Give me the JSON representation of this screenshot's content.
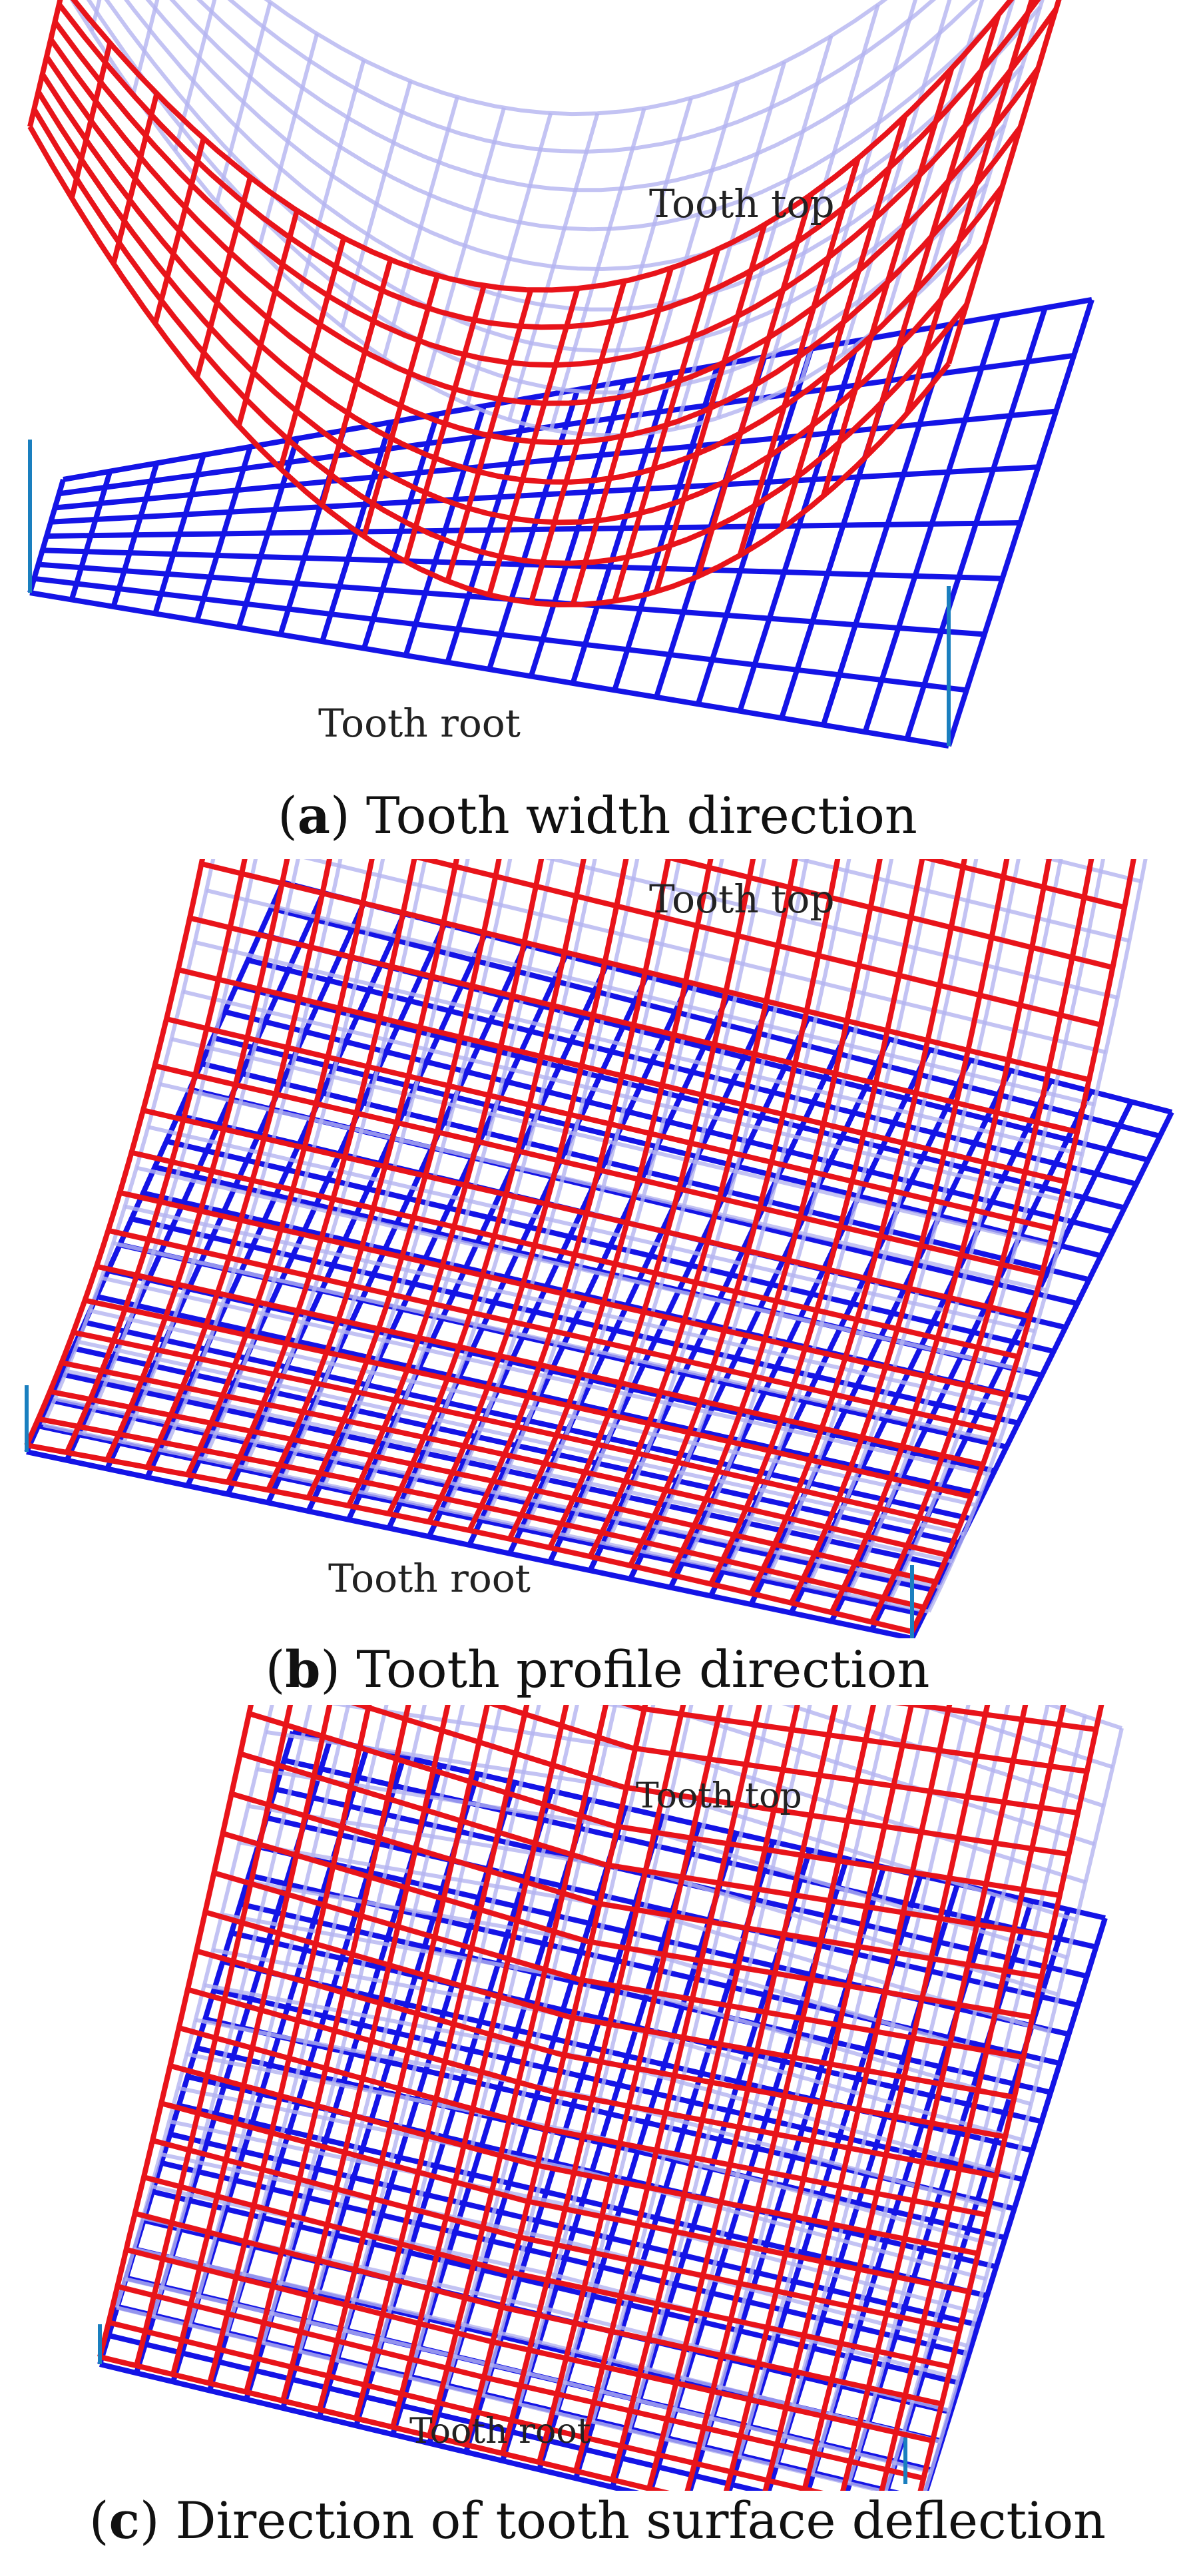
{
  "colors": {
    "surface": "#e8141a",
    "base": "#1414e6",
    "shadow": "#b4b4f0",
    "edge": "#1a7fbf"
  },
  "panels": [
    {
      "id": "a",
      "top_label": "Tooth top",
      "bottom_label": "Tooth root",
      "caption_letter": "a",
      "caption_text": "Tooth width direction"
    },
    {
      "id": "b",
      "top_label": "Tooth top",
      "bottom_label": "Tooth root",
      "caption_letter": "b",
      "caption_text": "Tooth profile direction"
    },
    {
      "id": "c",
      "top_label": "Tooth top",
      "bottom_label": "Tooth root",
      "caption_letter": "c",
      "caption_text": "Direction of tooth surface deflection"
    }
  ]
}
